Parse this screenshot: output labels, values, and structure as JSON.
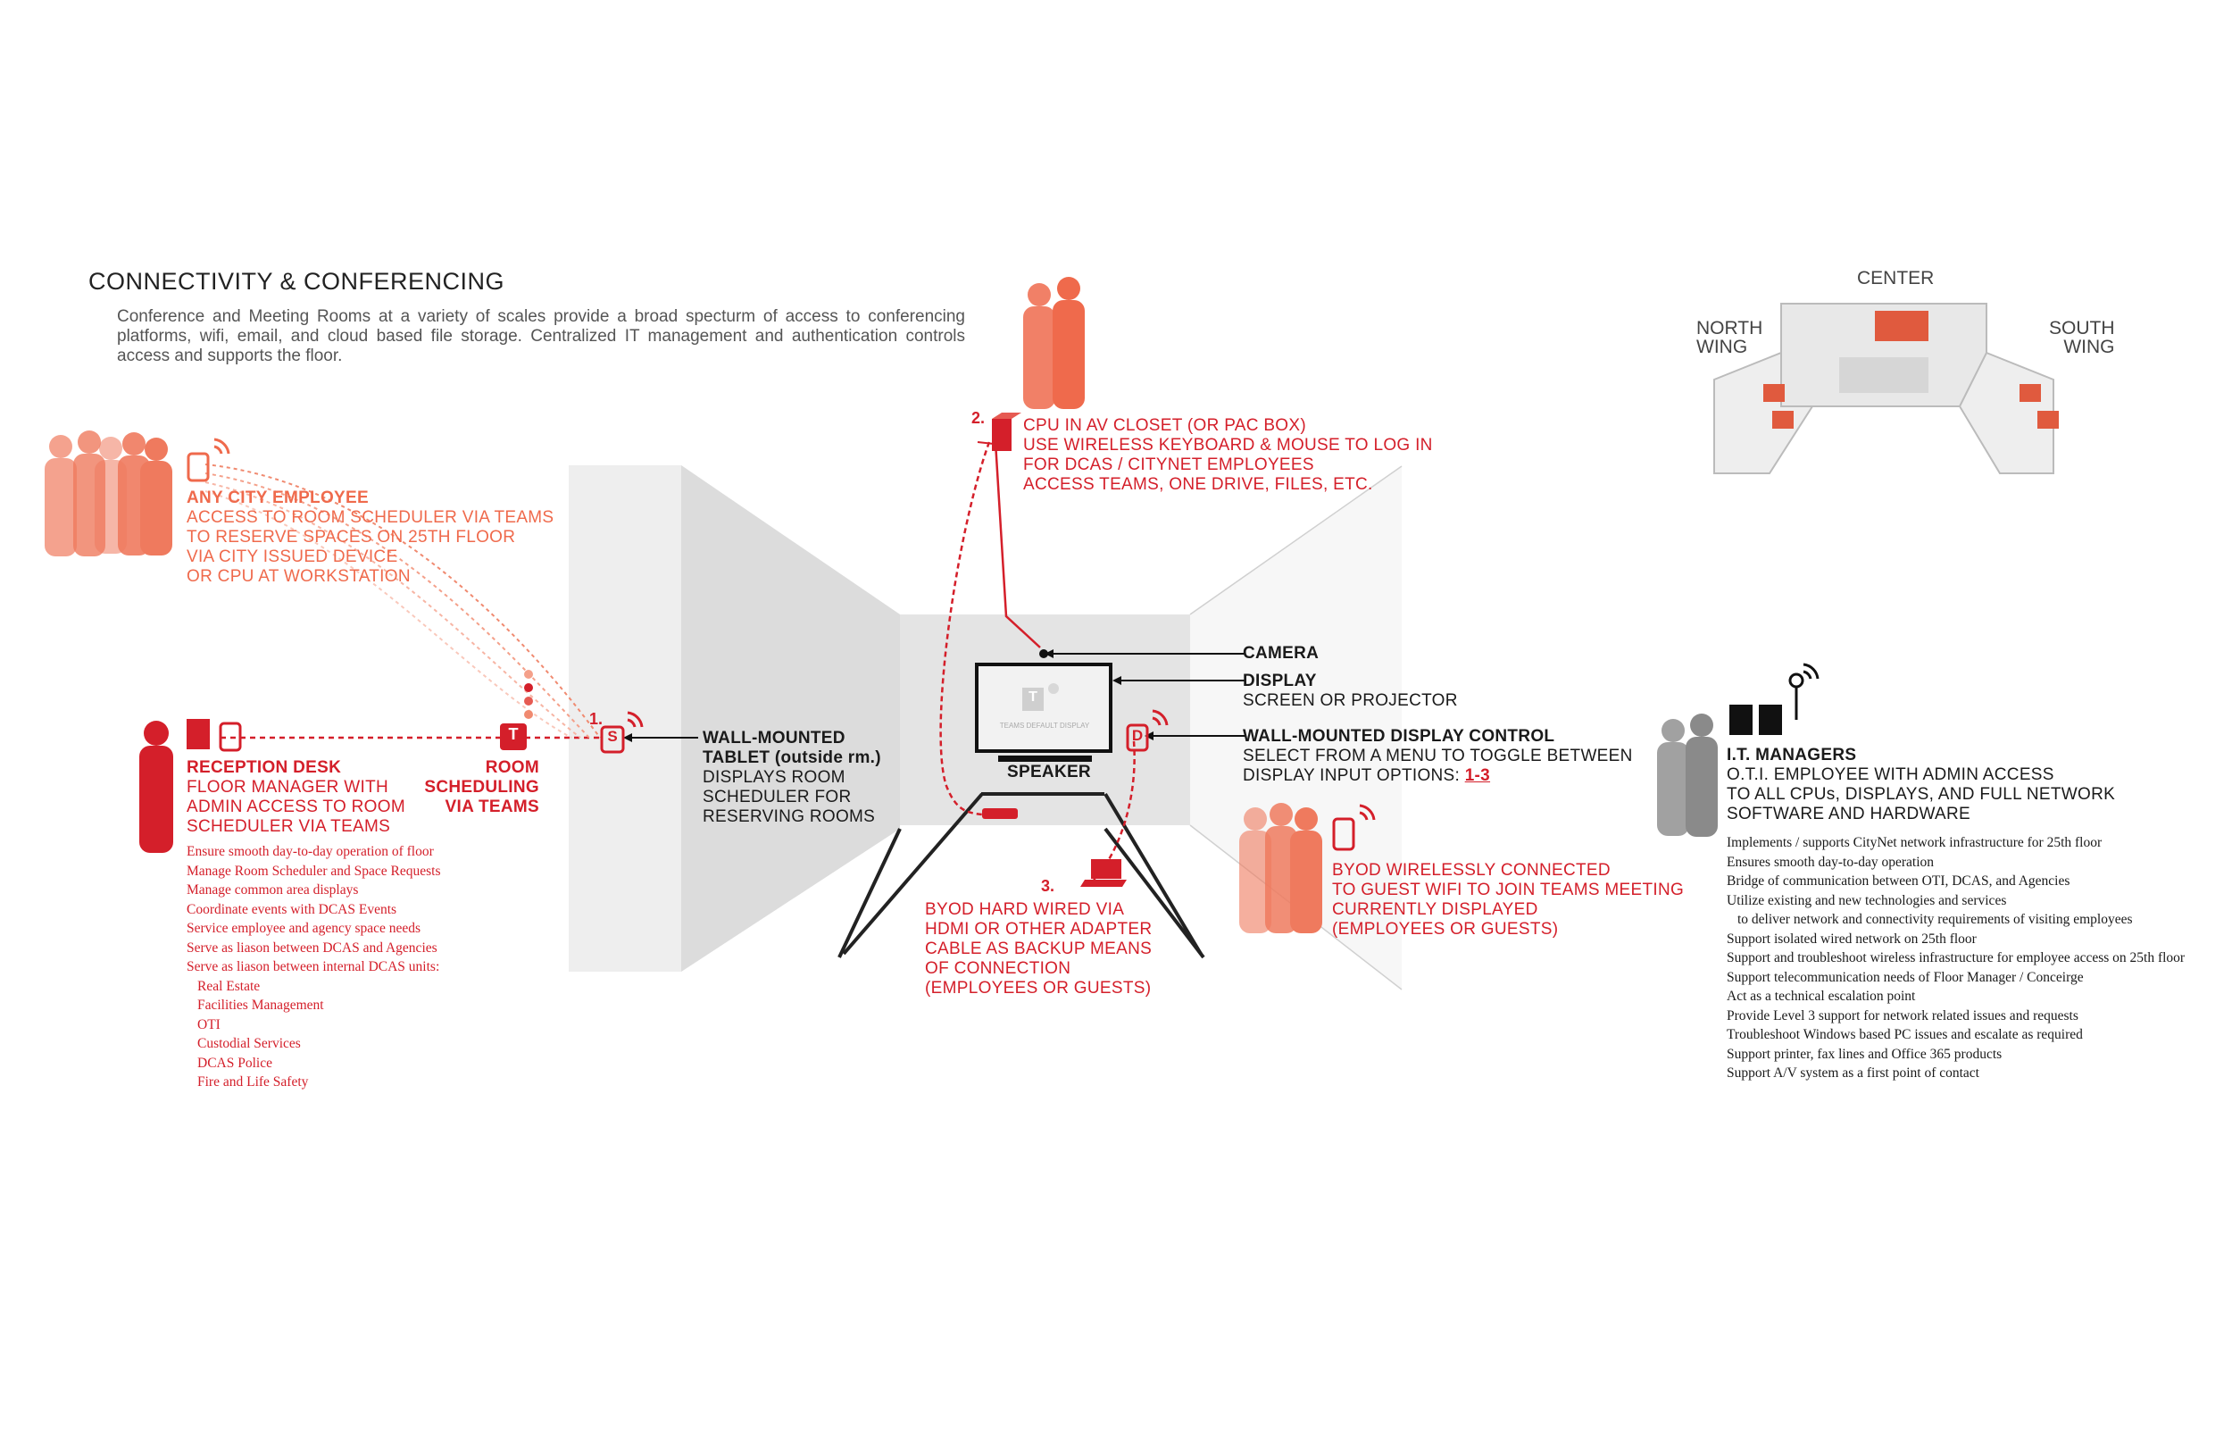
{
  "header": {
    "title": "CONNECTIVITY & CONFERENCING",
    "intro": "Conference and Meeting Rooms at a variety of scales provide a broad specturm of access to conferencing platforms, wifi, email, and cloud based file storage. Centralized IT management and authentication controls access and supports the floor."
  },
  "floorplan": {
    "center": "CENTER",
    "north_line1": "NORTH",
    "north_line2": "WING",
    "south_line1": "SOUTH",
    "south_line2": "WING"
  },
  "any_employee": {
    "heading": "ANY CITY EMPLOYEE",
    "lines": [
      "ACCESS TO ROOM SCHEDULER VIA TEAMS",
      "TO RESERVE SPACES ON 25TH FLOOR",
      "VIA CITY ISSUED DEVICE",
      "OR CPU AT WORKSTATION"
    ]
  },
  "reception": {
    "heading": "RECEPTION DESK",
    "lines": [
      "FLOOR MANAGER WITH",
      "ADMIN ACCESS TO ROOM",
      "SCHEDULER VIA TEAMS"
    ],
    "duties": [
      "Ensure smooth day-to-day operation of floor",
      "Manage Room Scheduler and Space Requests",
      "Manage common area displays",
      "Coordinate events with DCAS Events",
      "Service employee and agency space needs",
      "Serve as liason between DCAS and Agencies",
      "Serve as liason between internal DCAS units:"
    ],
    "units": [
      "Real Estate",
      "Facilities Management",
      "OTI",
      "Custodial Services",
      "DCAS Police",
      "Fire and Life Safety"
    ]
  },
  "room_scheduling": {
    "line1": "ROOM",
    "line2": "SCHEDULING",
    "line3": "VIA TEAMS",
    "teams_icon": "T"
  },
  "tablet": {
    "number": "1.",
    "icon_letter": "S",
    "heading1": "WALL-MOUNTED",
    "heading2": "TABLET (outside rm.)",
    "lines": [
      "DISPLAYS ROOM",
      "SCHEDULER FOR",
      "RESERVING ROOMS"
    ]
  },
  "cpu": {
    "number": "2.",
    "lines": [
      "CPU IN AV CLOSET (OR PAC BOX)",
      "USE WIRELESS KEYBOARD & MOUSE TO LOG IN",
      "FOR DCAS / CITYNET EMPLOYEES",
      "ACCESS TEAMS, ONE DRIVE, FILES, ETC."
    ]
  },
  "room": {
    "camera": "CAMERA",
    "display_heading": "DISPLAY",
    "display_sub": "SCREEN OR PROJECTOR",
    "speaker": "SPEAKER",
    "screen_text": "TEAMS DEFAULT DISPLAY",
    "screen_logo": "T"
  },
  "display_control": {
    "icon_letter": "D",
    "heading": "WALL-MOUNTED DISPLAY CONTROL",
    "line1": "SELECT FROM A MENU TO TOGGLE BETWEEN",
    "line2_prefix": "DISPLAY INPUT OPTIONS: ",
    "line2_options": "1-3"
  },
  "byod_wired": {
    "number": "3.",
    "lines": [
      "BYOD HARD WIRED VIA",
      "HDMI OR OTHER ADAPTER",
      "CABLE AS BACKUP MEANS",
      "OF CONNECTION",
      "(EMPLOYEES OR GUESTS)"
    ]
  },
  "byod_wireless": {
    "lines": [
      "BYOD WIRELESSLY CONNECTED",
      "TO GUEST WIFI TO JOIN TEAMS MEETING",
      "CURRENTLY DISPLAYED",
      "(EMPLOYEES OR GUESTS)"
    ]
  },
  "it_managers": {
    "heading": "I.T. MANAGERS",
    "lines": [
      "O.T.I. EMPLOYEE WITH ADMIN ACCESS",
      "TO ALL CPUs, DISPLAYS, AND FULL NETWORK",
      "SOFTWARE AND HARDWARE"
    ],
    "duties": [
      "Implements / supports CityNet network infrastructure for 25th floor",
      "Ensures smooth day-to-day operation",
      "Bridge of communication between OTI, DCAS, and Agencies",
      "Utilize existing and new technologies and services",
      "to deliver network and connectivity requirements of visiting employees",
      "Support isolated wired network on 25th floor",
      "Support and troubleshoot wireless infrastructure for employee access on 25th floor",
      "Support telecommunication needs of Floor Manager / Conceirge",
      "Act as a technical escalation point",
      "Provide Level 3 support for network related issues and requests",
      "Troubleshoot Windows based PC issues and escalate as required",
      "Support printer, fax lines and Office 365 products",
      "Support A/V system as a first point of contact"
    ]
  },
  "colors": {
    "red": "#d41f2a",
    "salmon": "#ef6a4c",
    "wall": "#e6e6e6",
    "dark": "#1a1a1a",
    "gray_figure": "#8a8a8a"
  }
}
